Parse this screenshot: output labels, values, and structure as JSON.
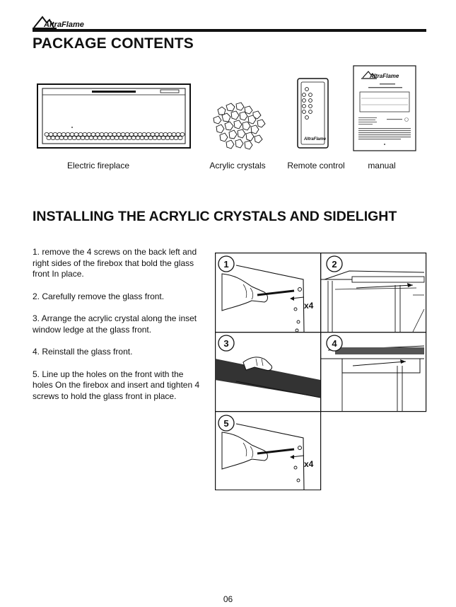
{
  "header": {
    "logo_text": "AltraFlame",
    "title": "PACKAGE CONTENTS"
  },
  "package_items": [
    {
      "label": "Electric fireplace",
      "icon": "fireplace-illustration"
    },
    {
      "label": "Acrylic crystals",
      "icon": "crystals-illustration"
    },
    {
      "label": "Remote control",
      "icon": "remote-illustration"
    },
    {
      "label": "manual",
      "icon": "manual-illustration"
    }
  ],
  "install": {
    "title": "INSTALLING THE ACRYLIC CRYSTALS AND SIDELIGHT",
    "steps": [
      "1. remove the 4 screws on the back left and right sides of the firebox that bold the glass front In place.",
      "2. Carefully remove the glass front.",
      "3. Arrange the acrylic crystal along the inset window ledge at the glass front.",
      "4. Reinstall the glass front.",
      "5. Line up the holes on the front with the holes On the firebox and insert and tighten 4 screws to hold the glass front in place."
    ],
    "figures": [
      {
        "number": "1",
        "callout": "x4"
      },
      {
        "number": "2",
        "callout": ""
      },
      {
        "number": "3",
        "callout": ""
      },
      {
        "number": "4",
        "callout": ""
      },
      {
        "number": "5",
        "callout": "x4"
      }
    ]
  },
  "footer": {
    "page_number": "06"
  }
}
